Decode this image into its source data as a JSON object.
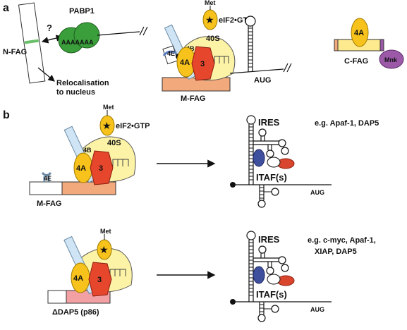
{
  "panels": {
    "a": "a",
    "b": "b"
  },
  "labels": {
    "pabp1": "PABP1",
    "aaaa": "AAAAAAA",
    "question": "?",
    "nfag": "N-FAG",
    "reloc": "Relocalisation to nucleus",
    "reloc1": "Relocalisation",
    "reloc2": "to nucleus",
    "met": "Met",
    "eif2": "eIF2•GTP",
    "s40": "40S",
    "e4b": "4B",
    "e4a": "4A",
    "e3": "3",
    "e4e": "4E",
    "aug": "AUG",
    "mfag": "M-FAG",
    "cfag": "C-FAG",
    "mnk": "Mnk",
    "ires": "IRES",
    "itaf": "ITAF(s)",
    "eg1": "e.g. Apaf-1, DAP5",
    "eg2a": "e.g. c-myc, Apaf-1,",
    "eg2b": "XIAP, DAP5",
    "dap5": "ΔDAP5 (p86)"
  },
  "colors": {
    "eif4a": "#f6c21b",
    "eif3": "#e5462c",
    "s40": "#fdf3a6",
    "eif4b": "#cfe4f4",
    "pabp": "#3a9e3a",
    "mfag": "#f2a97c",
    "dap5": "#f2a0a4",
    "itaf_blue": "#3e4f9d",
    "itaf_red": "#d9462d",
    "mnk": "#9b59a8"
  }
}
